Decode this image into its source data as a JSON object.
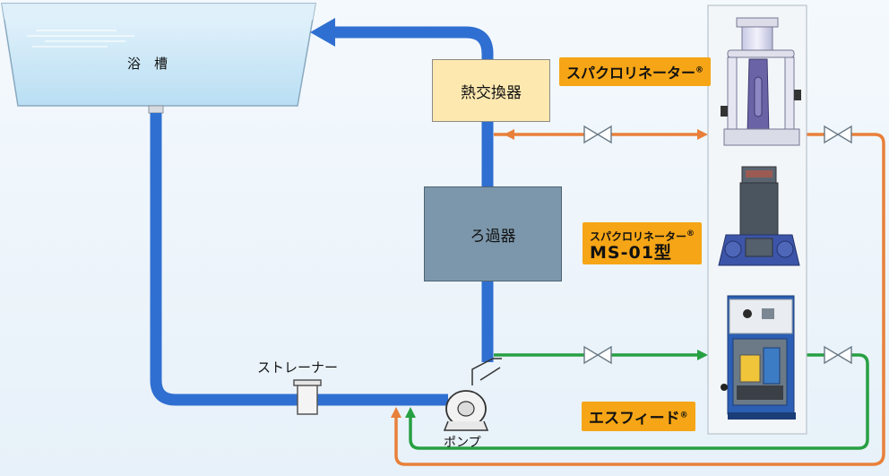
{
  "labels": {
    "tank": "浴　槽",
    "heat_exchanger": "熱交換器",
    "filter": "ろ過器",
    "strainer": "ストレーナー",
    "pump": "ポンプ"
  },
  "callouts": {
    "spa_chlorinator": "スパクロリネーター",
    "ms01_line1": "スパクロリネーター",
    "ms01_line2": "MS-01型",
    "sfeed": "エスフィード",
    "registered_mark": "®"
  },
  "colors": {
    "main_pipe": "#2f6fd1",
    "orange_line": "#e8803a",
    "green_line": "#27a043",
    "callout": "#f5a516",
    "heat_exchanger_fill": "#fde9b0",
    "filter_fill": "#7c97ab",
    "water": "#c9e7f7"
  }
}
